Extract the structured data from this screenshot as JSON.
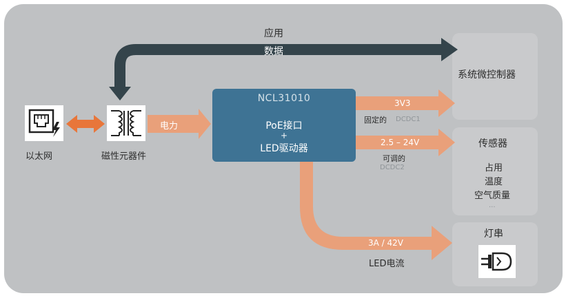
{
  "diagram": {
    "chip": {
      "name": "NCL31010",
      "line1": "PoE接口",
      "plus": "+",
      "line2": "LED驱动器"
    },
    "left": {
      "ethernet_label": "以太网",
      "magnetics_label": "磁性元器件",
      "power_arrow_label": "电力"
    },
    "top_arrow": {
      "label_top": "应用",
      "label_bottom": "数据"
    },
    "system_controller": {
      "label": "系统微控制器"
    },
    "sensors": {
      "title": "传感器",
      "items": [
        "占用",
        "温度",
        "空气质量",
        "..."
      ]
    },
    "light_string": {
      "label": "灯串"
    },
    "outputs": {
      "fixed": {
        "voltage": "3V3",
        "caption": "固定的",
        "caption_faint": "DCDC1"
      },
      "adjustable": {
        "voltage": "2.5 – 24V",
        "caption": "可调的",
        "caption_faint": "DCDC2"
      },
      "led": {
        "value": "3A / 42V",
        "caption": "LED电流"
      }
    },
    "colors": {
      "panel": "#bfc1c3",
      "box": "#c9cacc",
      "chip": "#3e7394",
      "dark_arrow": "#34444b",
      "orange_arrow": "#e9a07a",
      "bright_orange": "#e8763a"
    }
  }
}
